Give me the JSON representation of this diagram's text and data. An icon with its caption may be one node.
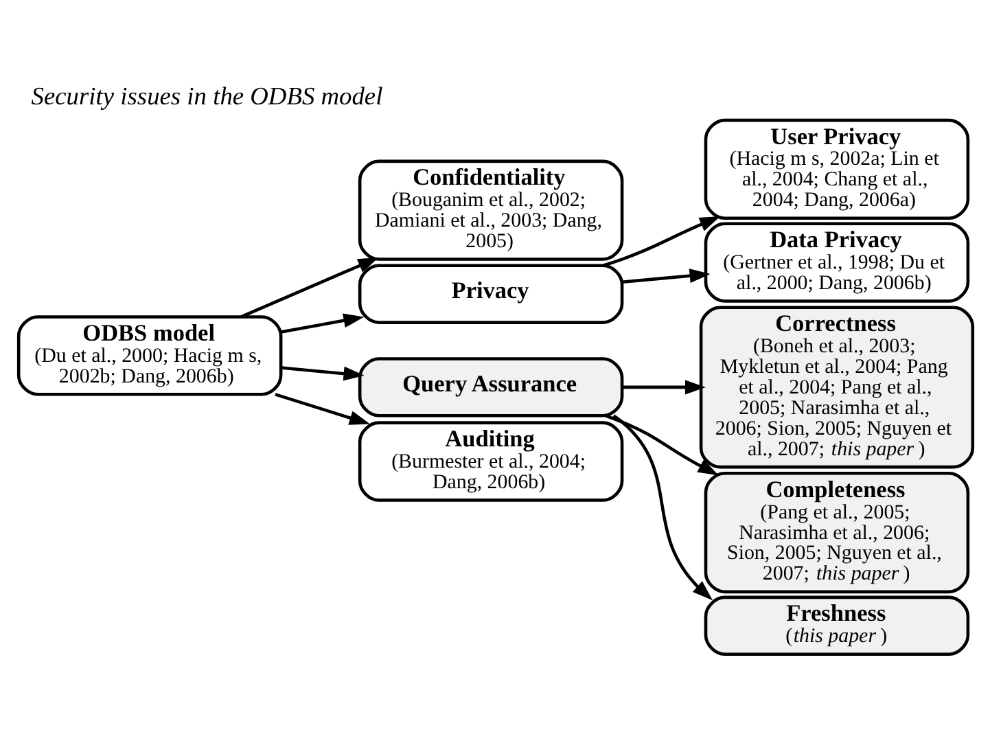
{
  "diagram": {
    "title": "Security issues in the ODBS model",
    "nodes": [
      {
        "text": [
          "ODBS model",
          "(Du et al., 2000; Hacig m s, 2002b; Dang, 2006b)"
        ]
      },
      {
        "text": [
          "Confidentiality",
          "(Bouganim et al., 2002; Damiani et al., 2003; Dang, 2005)"
        ]
      },
      {
        "text": [
          "Privacy"
        ]
      },
      {
        "text": [
          "Query Assurance"
        ]
      },
      {
        "text": [
          "Auditing",
          "(Burmester et al., 2004; Dang, 2006b)"
        ]
      },
      {
        "text": [
          "User Privacy",
          "(Hacig m s, 2002a; Lin et al., 2004; Chang et al., 2004; Dang, 2006a)"
        ]
      },
      {
        "text": [
          "Data Privacy",
          "(Gertner et al., 1998; Du et al., 2000; Dang, 2006b)"
        ]
      },
      {
        "text": [
          "Correctness",
          "(Boneh et al., 2003; Mykletun et al., 2004; Pang et al., 2004; Pang et al., 2005; Narasimha et al., 2006; Sion, 2005; Nguyen et al., 2007; *this paper*)"
        ]
      },
      {
        "text": [
          "Completeness",
          "(Pang et al., 2005; Narasimha et al., 2006; Sion, 2005; Nguyen et al., 2007; *this paper*)"
        ]
      },
      {
        "text": [
          "Freshness",
          "(*this paper*)"
        ]
      }
    ],
    "edges": [
      {
        "from": 0,
        "to": 1,
        "arrow": "to"
      },
      {
        "from": 0,
        "to": 2,
        "arrow": "to"
      },
      {
        "from": 0,
        "to": 3,
        "arrow": "to"
      },
      {
        "from": 0,
        "to": 4,
        "arrow": "to"
      },
      {
        "from": 2,
        "to": 5,
        "arrow": "to"
      },
      {
        "from": 2,
        "to": 6,
        "arrow": "to"
      },
      {
        "from": 3,
        "to": 7,
        "arrow": "to"
      },
      {
        "from": 3,
        "to": 8,
        "arrow": "to"
      },
      {
        "from": 3,
        "to": 9,
        "arrow": "to"
      }
    ]
  }
}
